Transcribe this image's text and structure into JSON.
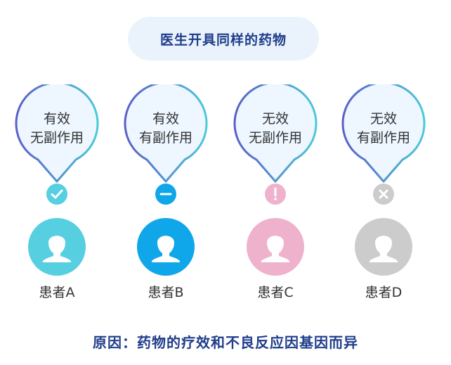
{
  "header": {
    "title": "医生开具同样的药物"
  },
  "patients": [
    {
      "outcome_line1": "有效",
      "outcome_line2": "无副作用",
      "status": "check-icon",
      "name": "患者A",
      "avatar_color": "#56cfe1"
    },
    {
      "outcome_line1": "有效",
      "outcome_line2": "有副作用",
      "status": "minus-icon",
      "name": "患者B",
      "avatar_color": "#0fa6ea"
    },
    {
      "outcome_line1": "无效",
      "outcome_line2": "无副作用",
      "status": "exclamation-icon",
      "name": "患者C",
      "avatar_color": "#efb2cd"
    },
    {
      "outcome_line1": "无效",
      "outcome_line2": "有副作用",
      "status": "cross-icon",
      "name": "患者D",
      "avatar_color": "#cccccc"
    }
  ],
  "colors": {
    "title": "#1f3d8a",
    "pill_bg": "#eaf3fc",
    "pin_gradient_start": "#5a5fc8",
    "pin_gradient_end": "#4cc9d8",
    "pin_fill": "#eef6ff",
    "check_status": "#56cfe1",
    "minus_status": "#0fa6ea",
    "exclamation_status": "#efb2cd",
    "cross_status": "#cccccc"
  },
  "footer": {
    "text": "原因：药物的疗效和不良反应因基因而异"
  }
}
